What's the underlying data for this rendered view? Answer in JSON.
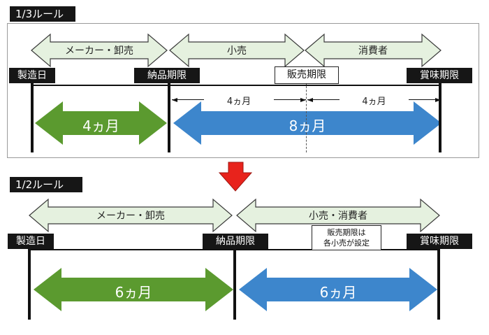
{
  "top": {
    "tag": "1/3ルール",
    "phases": [
      "メーカー・卸売",
      "小売",
      "消費者"
    ],
    "labels": {
      "manufacture": "製造日",
      "delivery": "納品期限",
      "sale": "販売期限",
      "best_before": "賞味期限"
    },
    "dim_left": "4ヵ月",
    "dim_right": "4ヵ月",
    "green": "4ヵ月",
    "blue": "8ヵ月"
  },
  "bottom": {
    "tag": "1/2ルール",
    "phases": [
      "メーカー・卸売",
      "小売・消費者"
    ],
    "labels": {
      "manufacture": "製造日",
      "delivery": "納品期限",
      "sale_line1": "販売期限は",
      "sale_line2": "各小売が設定",
      "best_before": "賞味期限"
    },
    "green": "6ヵ月",
    "blue": "6ヵ月"
  },
  "colors": {
    "green": "#5b9a2f",
    "blue": "#3d86cc",
    "phase_fill": "#e5f1df",
    "down_arrow": "#e8231c"
  },
  "icons": {
    "transition": "down-arrow-icon"
  }
}
